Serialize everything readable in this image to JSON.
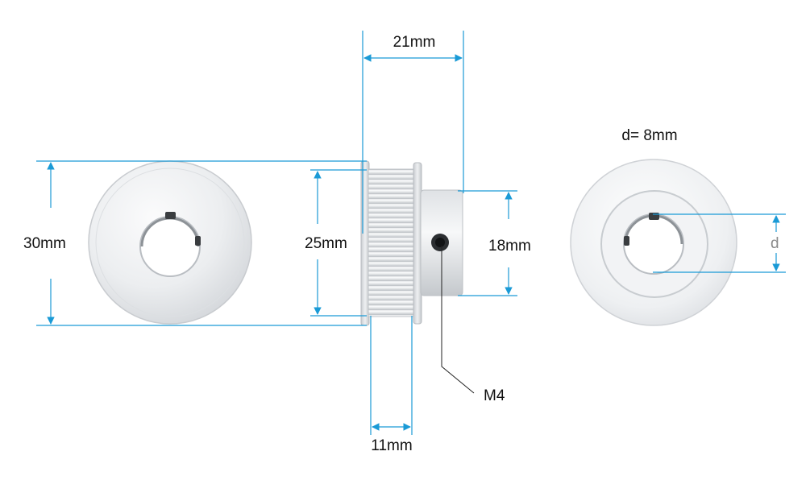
{
  "diagram": {
    "labels": {
      "bore_width": "21mm",
      "outer_diameter": "30mm",
      "teeth_diameter": "25mm",
      "hub_diameter": "18mm",
      "screw": "M4",
      "teeth_width": "11mm",
      "bore_diameter": "d= 8mm",
      "bore_symbol": "d"
    },
    "colors": {
      "dimension_line": "#1a9ad6",
      "aluminum": "#e4e6e9",
      "text": "#111111"
    }
  }
}
